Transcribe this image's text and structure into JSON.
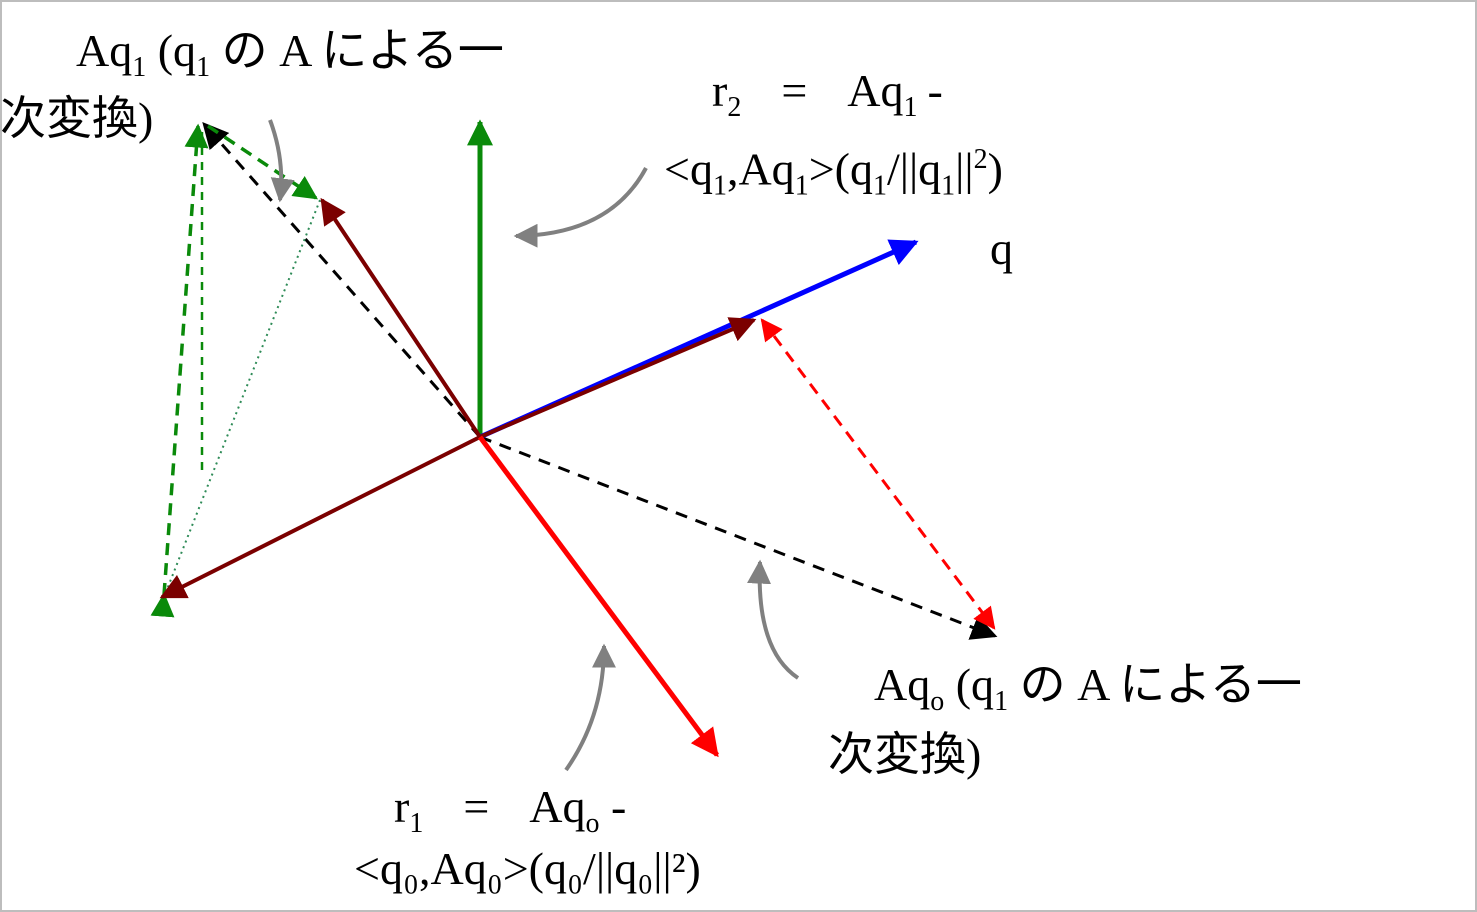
{
  "labels": {
    "aq1": {
      "prefix": "Aq",
      "sub1": "1",
      "paren": " (q",
      "sub2": "1",
      "rest": " の A による一",
      "line2": "次変換)"
    },
    "r2": {
      "r": "r",
      "rsub": "2",
      "eq": "=",
      "aq": "Aq",
      "aqsub": "1",
      "minus": "-",
      "t1": "<q",
      "s1": "1",
      "t2": ",Aq",
      "s2": "1",
      "t3": ">(q",
      "s3": "1",
      "t4": "/||q",
      "s4": "1",
      "t5": "||",
      "sup": "2",
      "t6": ")"
    },
    "q": "q",
    "aq0": {
      "prefix": "Aq",
      "sub1": "o",
      "paren": " (q",
      "sub2": "1",
      "rest": " の A による一",
      "line2": "次変換)"
    },
    "r1": {
      "r": "r",
      "rsub": "1",
      "eq": "=",
      "aq": "Aq",
      "aqsub": "o",
      "minus": " -",
      "line2": "<q₀,Aq₀>(q₀/||q₀||²)"
    }
  }
}
